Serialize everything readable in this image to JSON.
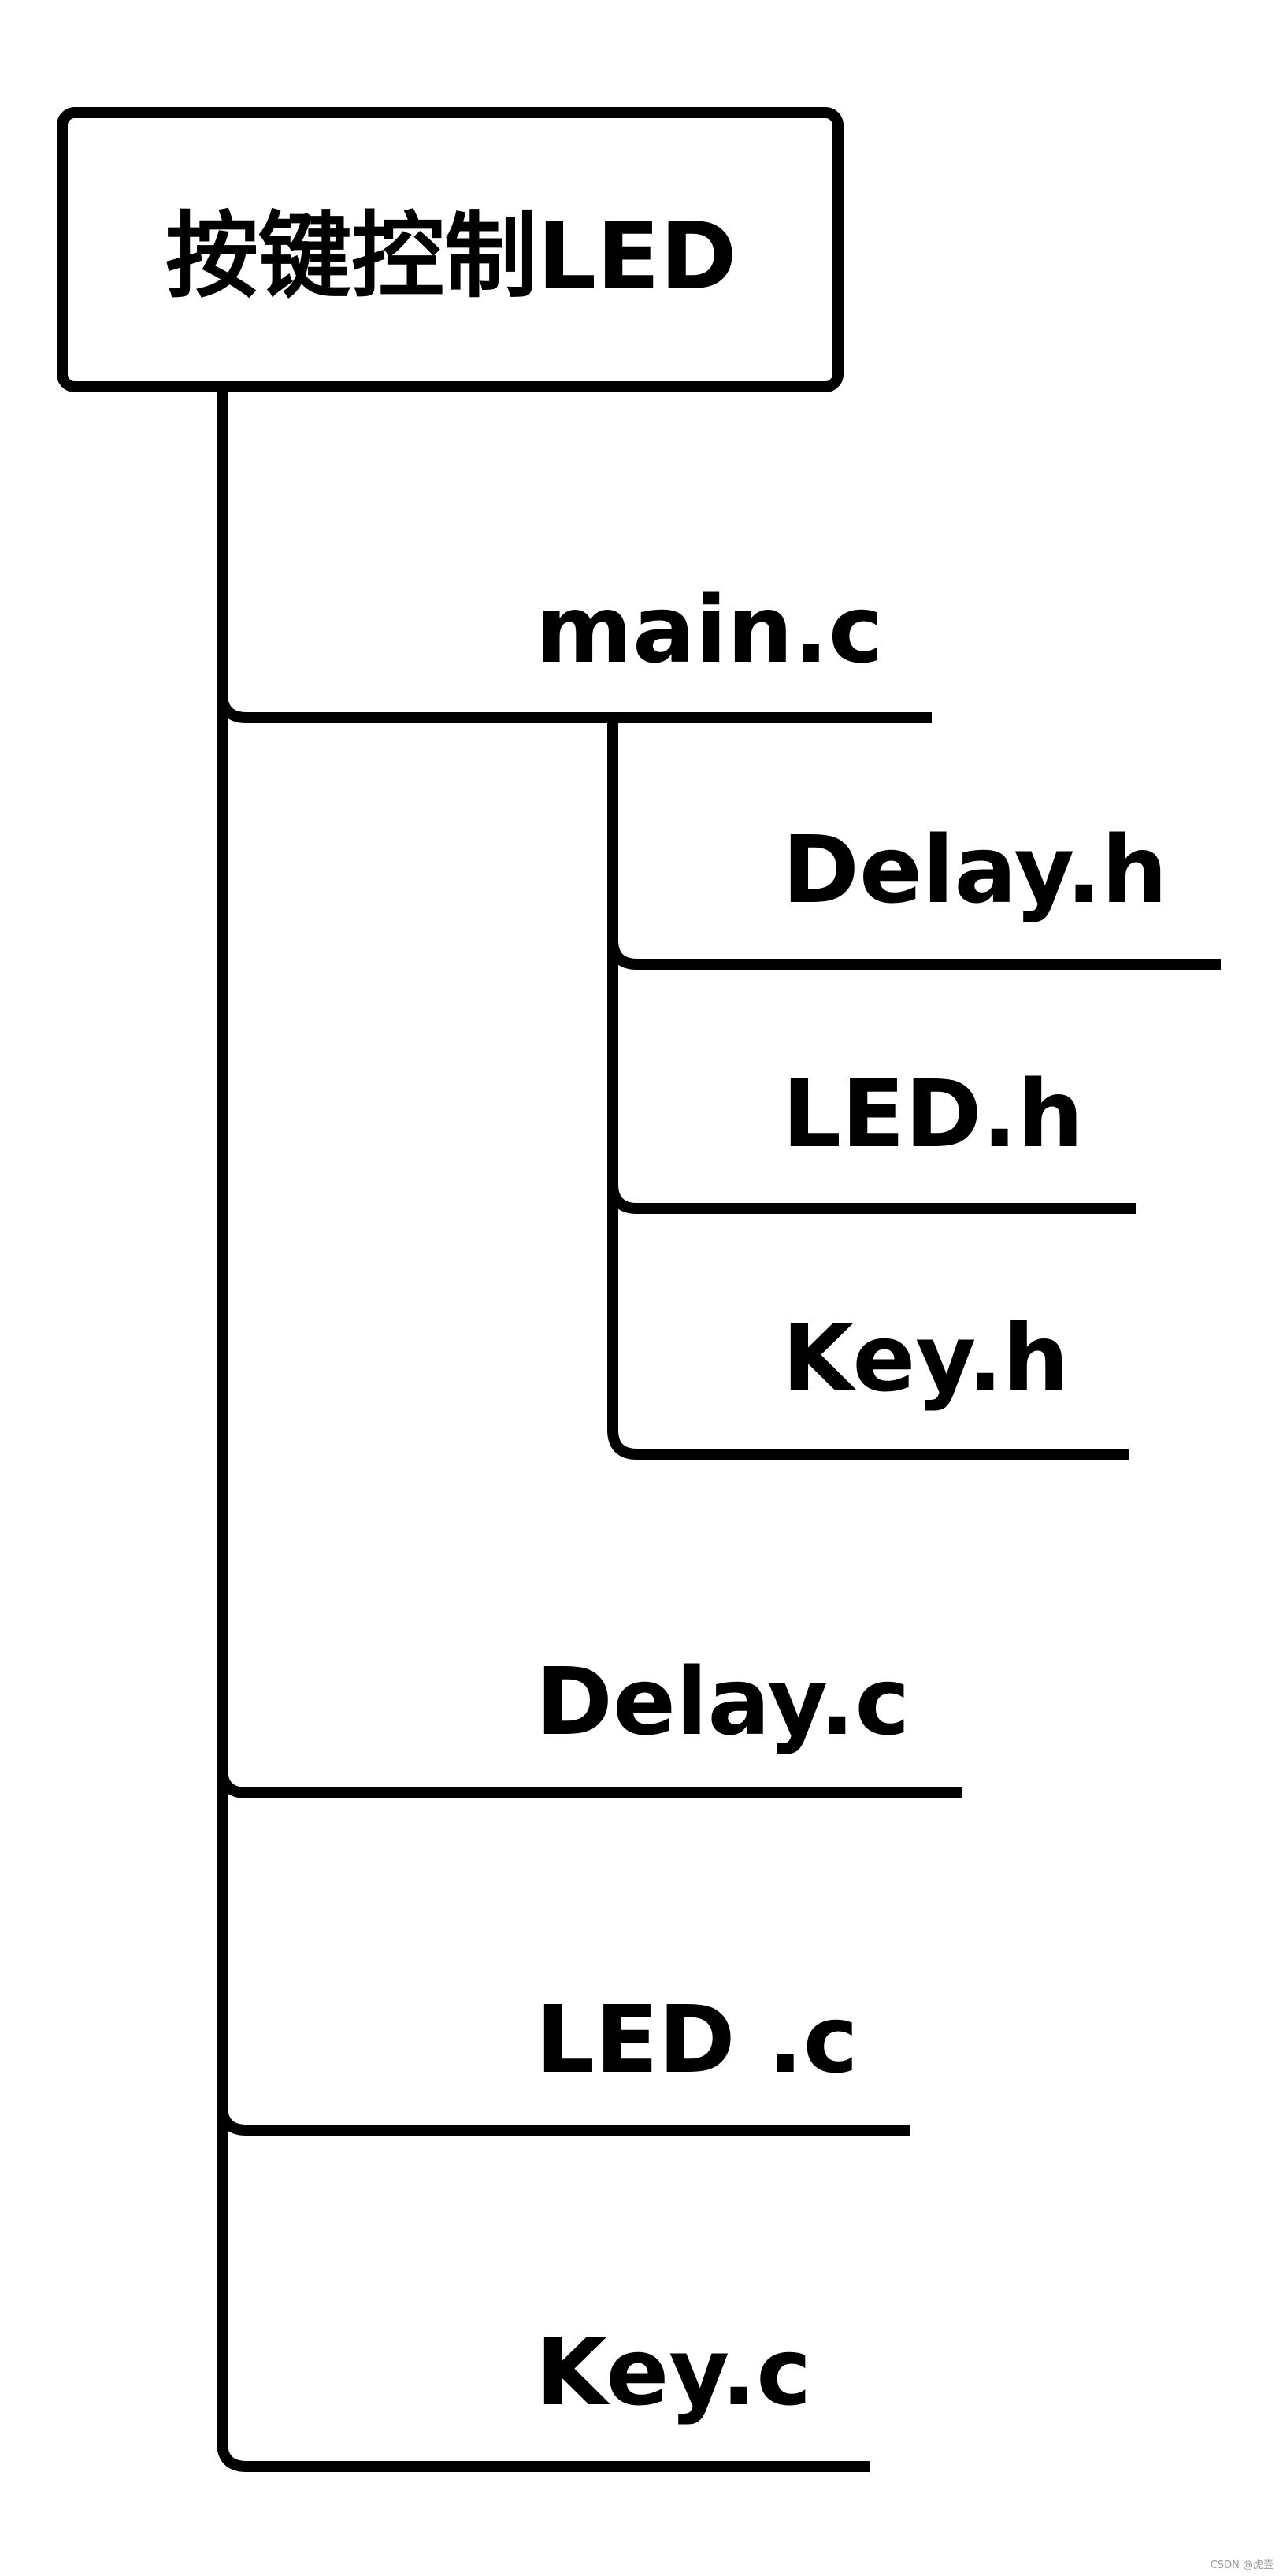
{
  "diagram": {
    "root": {
      "label": "按键控制LED"
    },
    "nodes": [
      {
        "label": "main.c",
        "children": [
          {
            "label": "Delay.h"
          },
          {
            "label": "LED.h"
          },
          {
            "label": "Key.h"
          }
        ]
      },
      {
        "label": "Delay.c"
      },
      {
        "label": "LED .c"
      },
      {
        "label": "Key.c"
      }
    ]
  },
  "watermark": "CSDN @虎壹",
  "colors": {
    "line": "#000000",
    "text": "#000000",
    "background": "#ffffff"
  }
}
